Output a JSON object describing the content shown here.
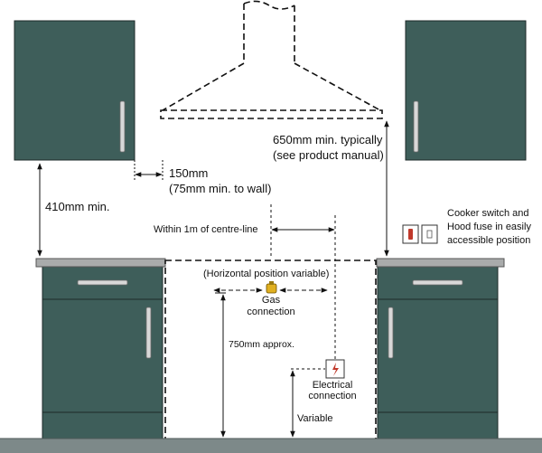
{
  "colors": {
    "cabinet": "#3e5e5a",
    "cabinet_stroke": "#1e2a28",
    "worktop": "#a9abab",
    "floor": "#7d8989",
    "handle": "#d8d8d8",
    "line": "#111111",
    "switch_red": "#c0392b",
    "gas_yellow": "#e0b020"
  },
  "labels": {
    "hood_clearance_line1": "650mm min. typically",
    "hood_clearance_line2": "(see product manual)",
    "wall_gap_line1": "150mm",
    "wall_gap_line2": "(75mm min. to wall)",
    "cabinet_clearance": "410mm min.",
    "switch_note_line1": "Cooker switch and",
    "switch_note_line2": "Hood fuse in easily",
    "switch_note_line3": "accessible position",
    "centre_line": "Within 1m of centre-line",
    "horizontal_variable": "(Horizontal position variable)",
    "gas_line1": "Gas",
    "gas_line2": "connection",
    "height_approx": "750mm approx.",
    "electrical_line1": "Electrical",
    "electrical_line2": "connection",
    "variable": "Variable"
  },
  "icons": {
    "gas": "gas-connection-icon",
    "electrical": "electrical-socket-icon",
    "switch": "cooker-switch-icon",
    "fuse": "fused-spur-icon"
  }
}
